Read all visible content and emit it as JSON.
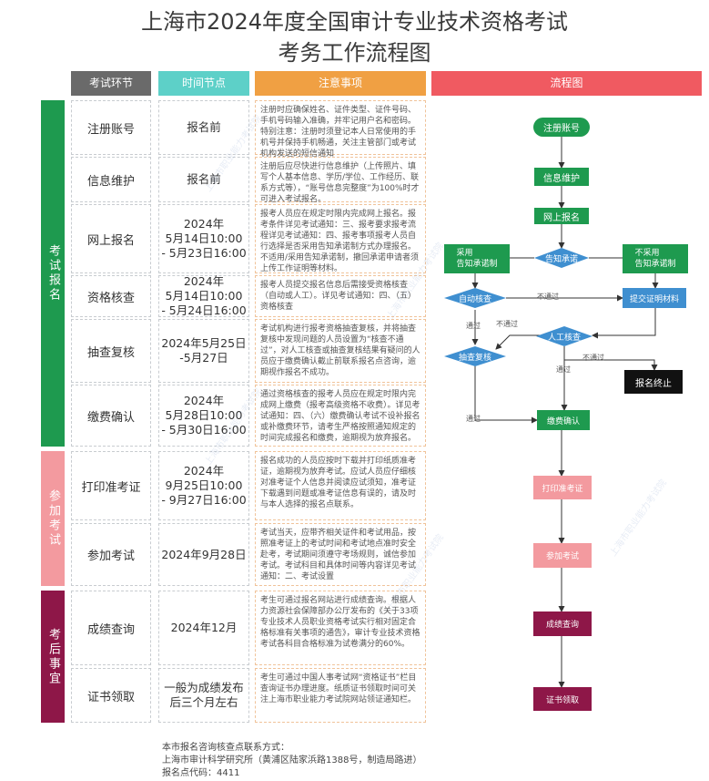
{
  "title_line1": "上海市2024年度全国审计专业技术资格考试",
  "title_line2": "考务工作流程图",
  "headers": {
    "stage": "考试环节",
    "time": "时间节点",
    "notes": "注意事项",
    "flow": "流程图"
  },
  "phases": [
    {
      "label": "考试报名",
      "color": "#1e9a4f"
    },
    {
      "label": "参加考试",
      "color": "#f39a9f"
    },
    {
      "label": "考后事宜",
      "color": "#8e1748"
    }
  ],
  "rows": [
    {
      "name": "注册账号",
      "time": "报名前",
      "notes": "注册时应确保姓名、证件类型、证件号码、手机号码输入准确，并牢记用户名和密码。特别注意：注册时须登记本人日常使用的手机号并保持手机畅通，关注主管部门或考试机构发送的短信通知"
    },
    {
      "name": "信息维护",
      "time": "报名前",
      "notes": "注册后应尽快进行信息维护（上传照片、填写个人基本信息、学历/学位、工作经历、联系方式等），“账号信息完整度”为100%时才可进入考试报名。"
    },
    {
      "name": "网上报名",
      "time": "2024年\n5月14日10:00\n- 5月23日16:00",
      "notes": "报考人员应在规定时限内完成网上报名。报考条件详见考试通知：三、报考要求报考流程详见考试通知：四、报考事项报考人员自行选择是否采用告知承诺制方式办理报名。不适用/采用告知承诺制，撤回承诺申请者须上传工作证明等材料。"
    },
    {
      "name": "资格核查",
      "time": "2024年\n5月14日10:00\n- 5月24日16:00",
      "notes": "报考人员提交报名信息后需接受资格核查（自动或人工）。详见考试通知：四、（五）资格核查"
    },
    {
      "name": "抽查复核",
      "time": "2024年5月25日\n-5月27日",
      "notes": "考试机构进行报考资格抽查复核，并将抽查复核中发现问题的人员设置为“核查不通过”，对人工核查或抽查复核结果有疑问的人员应于缴费确认截止前联系报名点咨询，逾期视作报名不成功。"
    },
    {
      "name": "缴费确认",
      "time": "2024年\n5月28日10:00\n- 5月30日16:00",
      "notes": "通过资格核查的报考人员应在规定时限内完成网上缴费（报考高级资格不收费）。详见考试通知：四、（六）缴费确认考试不设补报名或补缴费环节，请考生严格按照通知规定的时间完成报名和缴费，逾期视为放弃报名。"
    },
    {
      "name": "打印准考证",
      "time": "2024年\n9月25日10:00\n- 9月27日16:00",
      "notes": "报名成功的人员应按时下载并打印纸质准考证，逾期视为放弃考试。应试人员应仔细核对准考证个人信息并阅读应试须知，准考证下载遇到问题或准考证信息有误的，请及时与本人选择的报名点联系。"
    },
    {
      "name": "参加考试",
      "time": "2024年9月28日",
      "notes": "考试当天，应带齐相关证件和考试用品，按照准考证上的考试时间和考试地点准时安全赴考，考试期间须遵守考场规则，诚信参加考试。考试科目和具体时间等内容详见考试通知：二、考试设置"
    },
    {
      "name": "成绩查询",
      "time": "2024年12月",
      "notes": "考生可通过报名网站进行成绩查询。根据人力资源社会保障部办公厅发布的《关于33项专业技术人员职业资格考试实行相对固定合格标准有关事项的通告》，审计专业技术资格考试各科目合格标准为试卷满分的60%。"
    },
    {
      "name": "证书领取",
      "time": "一般为成绩发布\n后三个月左右",
      "notes": "考生可通过中国人事考试网“资格证书”栏目查询证书办理进度。纸质证书领取时间可关注上海市职业能力考试院网站领证通知栏。"
    }
  ],
  "flow": {
    "register": "注册账号",
    "info": "信息维护",
    "apply": "网上报名",
    "promise": "告知承诺",
    "adopt": "采用\n告知承诺制",
    "not_adopt": "不采用\n告知承诺制",
    "auto_check": "自动核查",
    "submit": "提交证明材料",
    "manual_check": "人工核查",
    "spot_check": "抽查复核",
    "terminate": "报名终止",
    "pay": "缴费确认",
    "print_ticket": "打印准考证",
    "exam": "参加考试",
    "score": "成绩查询",
    "cert": "证书领取",
    "pass": "通过",
    "fail": "不通过"
  },
  "footer": {
    "line1": "本市报名咨询核查点联系方式：",
    "line2": "上海市审计科学研究所（黄浦区陆家浜路1388号，制造局路进）",
    "line3": "报名点代码：4411"
  },
  "watermark": "上海市职业能力考试院",
  "colors": {
    "green": "#1e9a4f",
    "pink": "#f39a9f",
    "maroon": "#8e1748",
    "blue": "#3f8fd0",
    "stage_hdr": "#6a6a6a",
    "time_hdr": "#5dd0c8",
    "notes_hdr": "#f0a043",
    "flow_hdr": "#f05a61"
  }
}
